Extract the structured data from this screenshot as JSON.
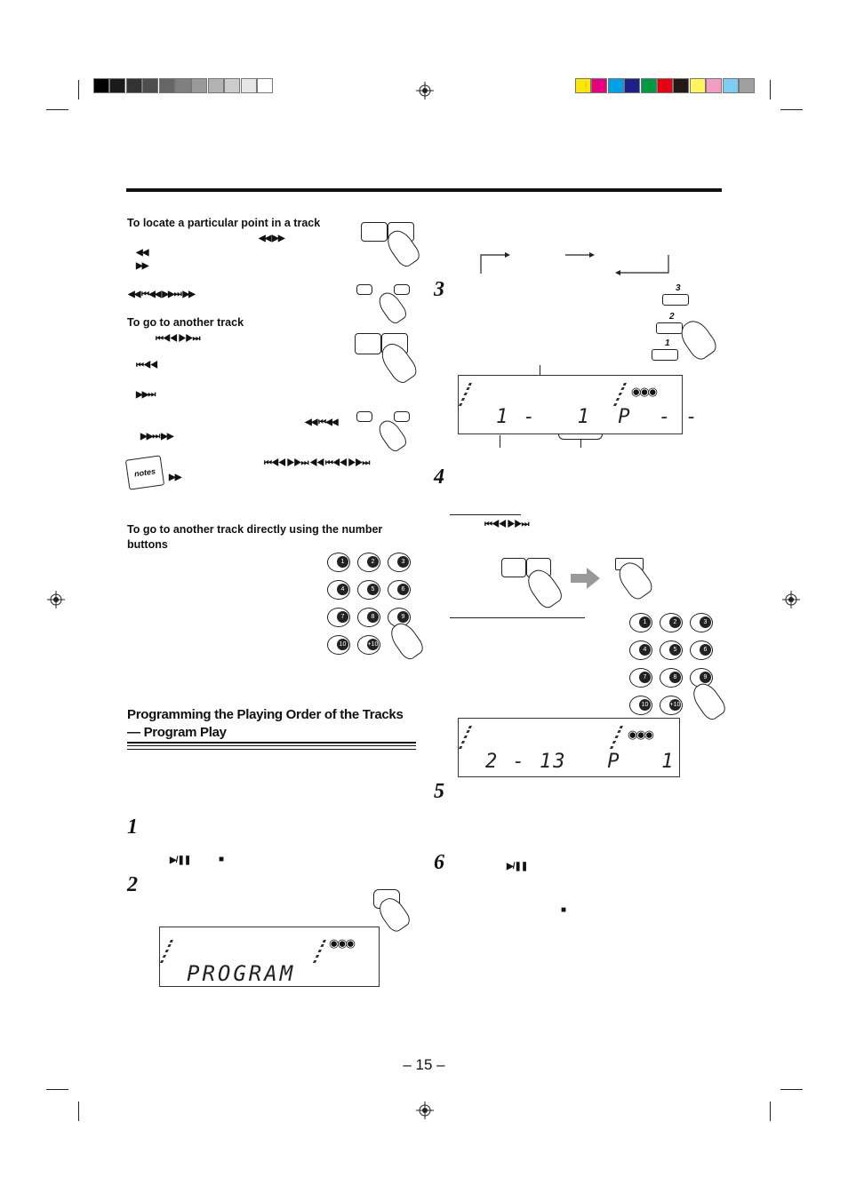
{
  "headings": {
    "locate_point": "To locate a particular point in a track",
    "another_track": "To go to another track",
    "direct_number": "To go to another track directly using the number buttons",
    "program_title_line1": "Programming the Playing Order of the Tracks",
    "program_title_line2": "— Program Play"
  },
  "symbols": {
    "rew_fwd": "◀◀   ▶▶",
    "rew": "◀◀",
    "fwd": "▶▶",
    "rew_prev_next_fwd": "◀◀ ⏮◀◀   ▶▶⏭ ▶▶",
    "prev_next": "⏮◀◀   ▶▶⏭",
    "prev": "⏮◀◀",
    "next": "▶▶⏭",
    "rew_prev": "◀◀  ⏮◀◀",
    "next_fwd": "▶▶⏭  ▶▶",
    "notes_syms": "⏮◀◀  ▶▶⏭     ◀◀  ⏮◀◀     ▶▶⏭",
    "notes_fwd": "▶▶",
    "play_pause": "▶/❚❚",
    "stop": "■"
  },
  "notes_label": "notes",
  "steps": [
    "1",
    "2",
    "3",
    "4",
    "5",
    "6"
  ],
  "lcd_program": "PROGRAM",
  "lcd_step3": "1 -   1  P  - -",
  "lcd_step4": "2 - 13   P   1",
  "number_buttons": [
    "1",
    "2",
    "3",
    "4",
    "5",
    "6",
    "7",
    "8",
    "9",
    "10",
    "+10"
  ],
  "disc_buttons": [
    "3",
    "2",
    "1"
  ],
  "page_number": "– 15 –",
  "colors": {
    "gray_bar": [
      "#000000",
      "#1a1a1a",
      "#333333",
      "#4d4d4d",
      "#666666",
      "#808080",
      "#999999",
      "#b3b3b3",
      "#cccccc",
      "#e6e6e6",
      "#ffffff"
    ],
    "color_bar": [
      "#ffe600",
      "#e6007e",
      "#00a0e9",
      "#1d2088",
      "#009944",
      "#e60012",
      "#231815",
      "#fff45c",
      "#f19ec2",
      "#7ecef4",
      "#9fa0a0"
    ]
  }
}
